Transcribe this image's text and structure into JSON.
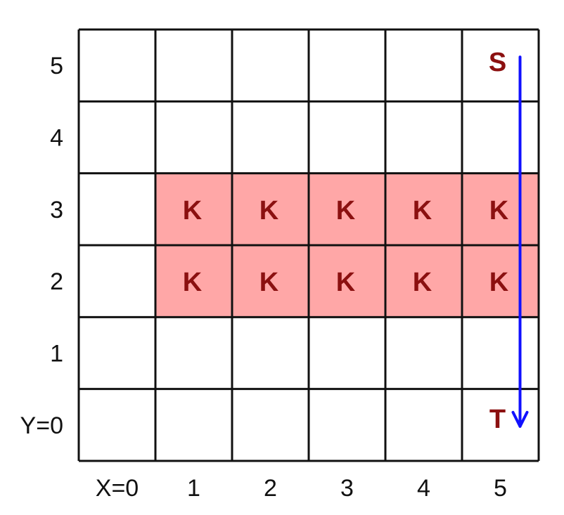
{
  "grid": {
    "columns": 6,
    "rows": 6,
    "x_labels": [
      "X=0",
      "1",
      "2",
      "3",
      "4",
      "5"
    ],
    "y_labels": [
      "Y=0",
      "1",
      "2",
      "3",
      "4",
      "5"
    ]
  },
  "highlighted_cells": [
    {
      "x": 1,
      "y": 3,
      "label": "K"
    },
    {
      "x": 2,
      "y": 3,
      "label": "K"
    },
    {
      "x": 3,
      "y": 3,
      "label": "K"
    },
    {
      "x": 4,
      "y": 3,
      "label": "K"
    },
    {
      "x": 5,
      "y": 3,
      "label": "K"
    },
    {
      "x": 1,
      "y": 2,
      "label": "K"
    },
    {
      "x": 2,
      "y": 2,
      "label": "K"
    },
    {
      "x": 3,
      "y": 2,
      "label": "K"
    },
    {
      "x": 4,
      "y": 2,
      "label": "K"
    },
    {
      "x": 5,
      "y": 2,
      "label": "K"
    }
  ],
  "markers": {
    "start": {
      "label": "S",
      "x": 5,
      "y": 5
    },
    "target": {
      "label": "T",
      "x": 5,
      "y": 0
    }
  },
  "path": {
    "from": {
      "x": 5,
      "y": 5
    },
    "to": {
      "x": 5,
      "y": 0
    },
    "direction": "down"
  },
  "colors": {
    "grid_line": "#111111",
    "highlight_fill": "#ffa7a7",
    "letter": "#8b1010",
    "arrow": "#1010ff",
    "axis_text": "#111111"
  }
}
